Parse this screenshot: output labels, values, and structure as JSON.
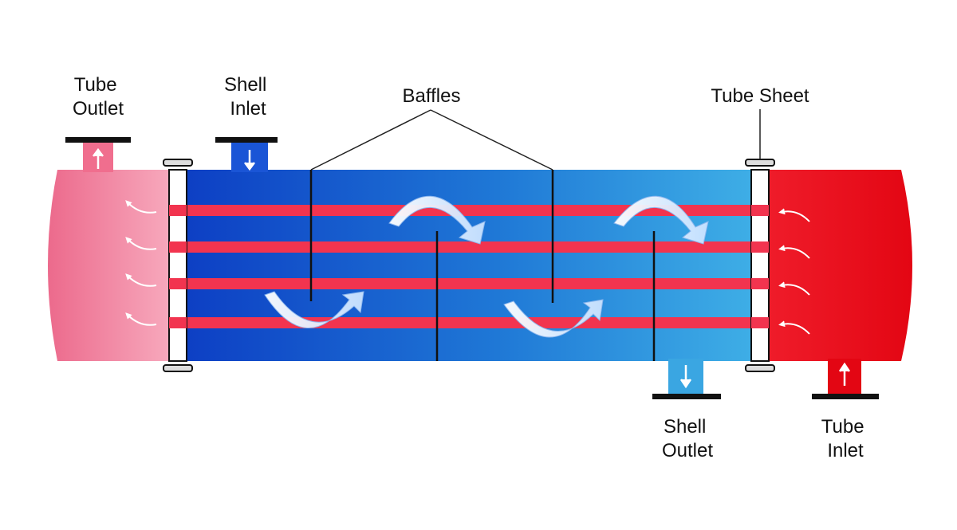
{
  "labels": {
    "tube_outlet": [
      "Tube",
      "Outlet"
    ],
    "shell_inlet": [
      "Shell",
      "Inlet"
    ],
    "baffles": "Baffles",
    "tube_sheet": "Tube Sheet",
    "shell_outlet": [
      "Shell",
      "Outlet"
    ],
    "tube_inlet": [
      "Tube",
      "Inlet"
    ]
  },
  "colors": {
    "hot_fluid": "#e8101e",
    "cooled_fluid": "#f06e8e",
    "shell_dark": "#0f46c8",
    "shell_light": "#3aa6e2",
    "tube": "#f2344f",
    "flange": "#111111",
    "flow_arrow": "#ffffff"
  }
}
